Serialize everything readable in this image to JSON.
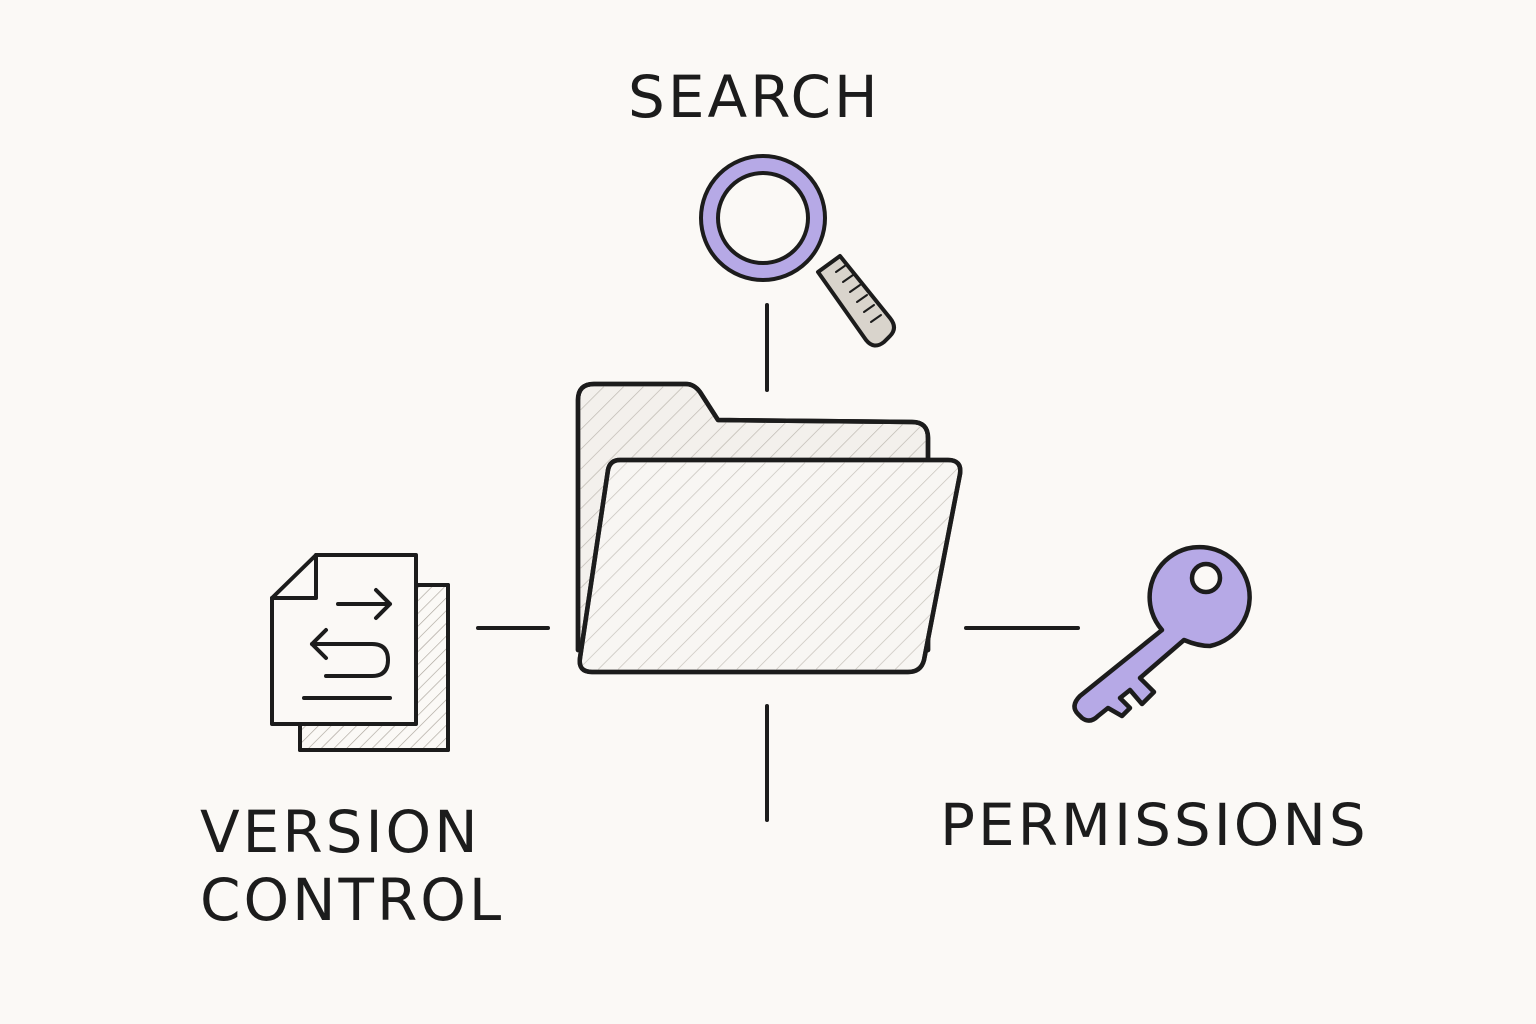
{
  "labels": {
    "search": "SEARCH",
    "version_line1": "VERSION",
    "version_line2": "CONTROL",
    "permissions": "PERMISSIONS"
  },
  "icons": {
    "center": "folder-icon",
    "top": "magnifying-glass-icon",
    "left": "document-version-icon",
    "right": "key-icon"
  },
  "colors": {
    "background": "#fbf9f6",
    "stroke": "#1c1c1c",
    "accent": "#b6a9e6",
    "accent_dark": "#9e8fdc"
  }
}
